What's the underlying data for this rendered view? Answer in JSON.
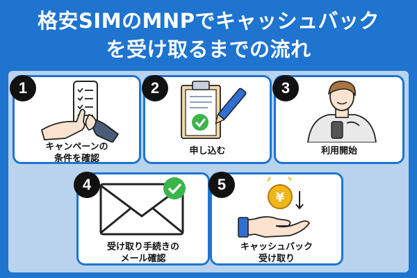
{
  "title": {
    "line1": "格安SIMのMNPでキャッシュバック",
    "line2": "を受け取るまでの流れ"
  },
  "steps": [
    {
      "number": "1",
      "label_line1": "キャンペーンの",
      "label_line2": "条件を確認",
      "icon": "phone-checklist-icon"
    },
    {
      "number": "2",
      "label_line1": "申し込む",
      "label_line2": "",
      "icon": "clipboard-pen-icon"
    },
    {
      "number": "3",
      "label_line1": "利用開始",
      "label_line2": "",
      "icon": "person-phone-icon"
    },
    {
      "number": "4",
      "label_line1": "受け取り手続きの",
      "label_line2": "メール確認",
      "icon": "envelope-check-icon"
    },
    {
      "number": "5",
      "label_line1": "キャッシュバック",
      "label_line2": "受け取り",
      "icon": "coin-hand-icon"
    }
  ],
  "colors": {
    "background": "#1e74cf",
    "panel": "#b9d3ee",
    "check_green": "#3ab54a",
    "coin_gold": "#f2b51c",
    "hand_blue": "#2f6fd1"
  }
}
